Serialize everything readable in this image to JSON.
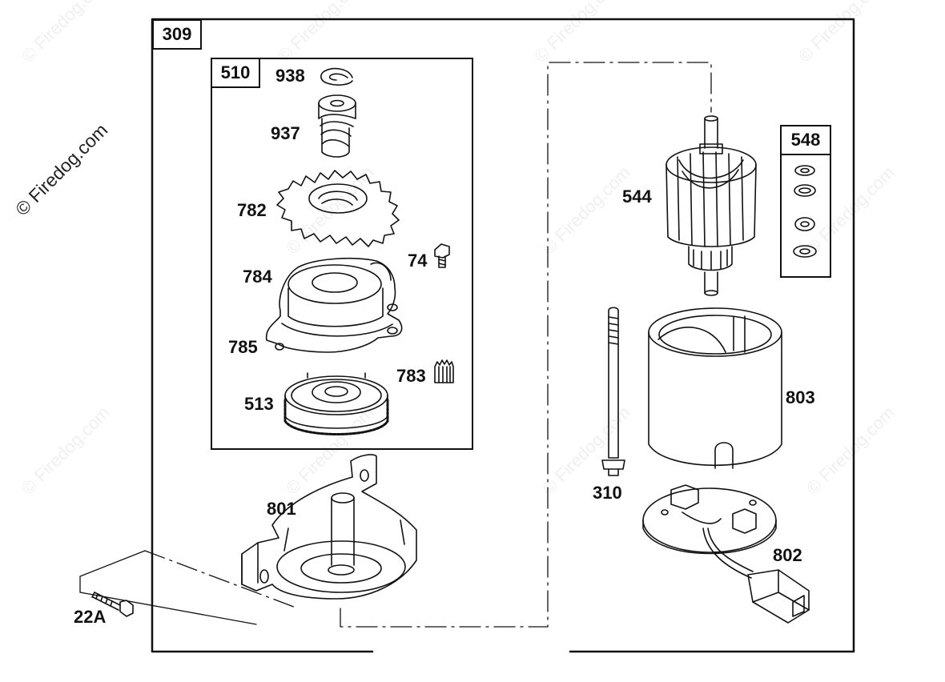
{
  "watermark": "© Firedog.com",
  "assembly": {
    "id": "309"
  },
  "groups": [
    {
      "key": "g510",
      "id": "510"
    },
    {
      "key": "g548",
      "id": "548"
    }
  ],
  "parts": [
    {
      "key": "p938",
      "number": "938"
    },
    {
      "key": "p937",
      "number": "937"
    },
    {
      "key": "p782",
      "number": "782"
    },
    {
      "key": "p74",
      "number": "74"
    },
    {
      "key": "p784",
      "number": "784"
    },
    {
      "key": "p785",
      "number": "785"
    },
    {
      "key": "p783",
      "number": "783"
    },
    {
      "key": "p513",
      "number": "513"
    },
    {
      "key": "p801",
      "number": "801"
    },
    {
      "key": "p22a",
      "number": "22A"
    },
    {
      "key": "p544",
      "number": "544"
    },
    {
      "key": "p310",
      "number": "310"
    },
    {
      "key": "p803",
      "number": "803"
    },
    {
      "key": "p802",
      "number": "802"
    }
  ]
}
